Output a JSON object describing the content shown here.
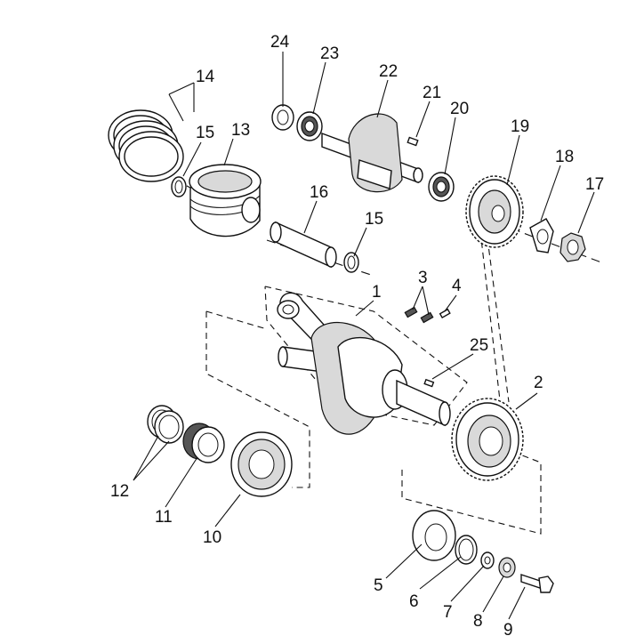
{
  "diagram": {
    "callouts": [
      {
        "id": "1",
        "text": "1"
      },
      {
        "id": "2",
        "text": "2"
      },
      {
        "id": "3",
        "text": "3"
      },
      {
        "id": "4",
        "text": "4"
      },
      {
        "id": "5",
        "text": "5"
      },
      {
        "id": "6",
        "text": "6"
      },
      {
        "id": "7",
        "text": "7"
      },
      {
        "id": "8",
        "text": "8"
      },
      {
        "id": "9",
        "text": "9"
      },
      {
        "id": "10",
        "text": "10"
      },
      {
        "id": "11",
        "text": "11"
      },
      {
        "id": "12",
        "text": "12"
      },
      {
        "id": "13",
        "text": "13"
      },
      {
        "id": "14",
        "text": "14"
      },
      {
        "id": "15a",
        "text": "15"
      },
      {
        "id": "15b",
        "text": "15"
      },
      {
        "id": "16",
        "text": "16"
      },
      {
        "id": "17",
        "text": "17"
      },
      {
        "id": "18",
        "text": "18"
      },
      {
        "id": "19",
        "text": "19"
      },
      {
        "id": "20",
        "text": "20"
      },
      {
        "id": "21",
        "text": "21"
      },
      {
        "id": "22",
        "text": "22"
      },
      {
        "id": "23",
        "text": "23"
      },
      {
        "id": "24",
        "text": "24"
      },
      {
        "id": "25",
        "text": "25"
      }
    ]
  }
}
